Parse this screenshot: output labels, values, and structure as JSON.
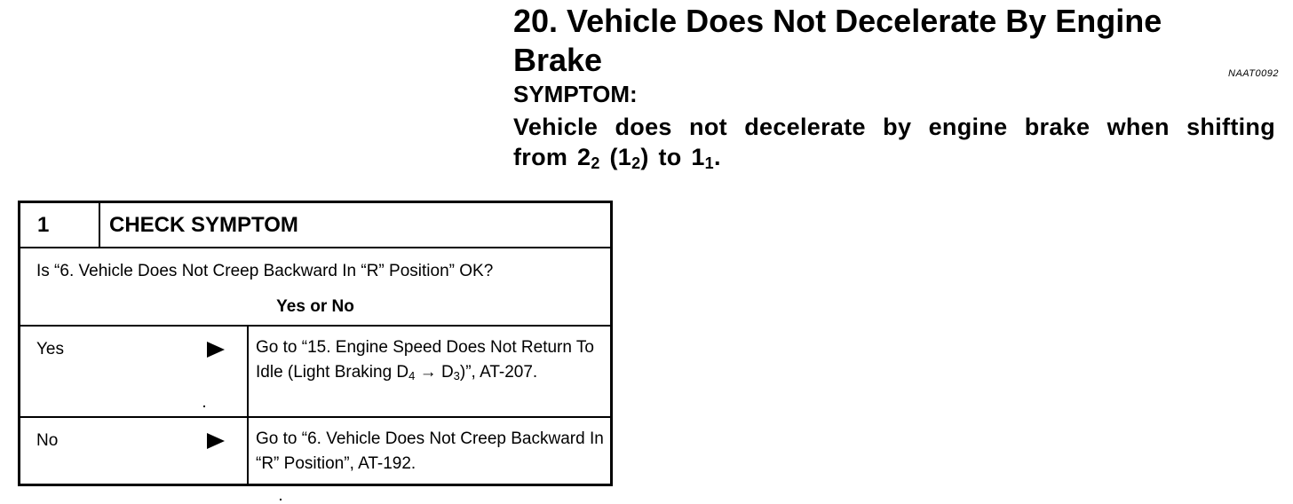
{
  "section": {
    "title": "20. Vehicle Does Not Decelerate By Engine Brake",
    "ref_code": "NAAT0092"
  },
  "symptom": {
    "heading": "SYMPTOM:",
    "text_before": "Vehicle does not decelerate by engine brake when shifting from 2",
    "sub_a": "2",
    "text_mid_a": " (1",
    "sub_b": "2",
    "text_mid_b": ") to 1",
    "sub_c": "1",
    "text_after": "."
  },
  "check": {
    "step_number": "1",
    "step_title": "CHECK SYMPTOM",
    "question": "Is “6. Vehicle Does Not Creep Backward In “R” Position” OK?",
    "answer_prompt": "Yes or No",
    "yes": {
      "label": "Yes",
      "action_before": "Go to “15. Engine Speed Does Not Return To Idle (Light Braking D",
      "sub_a": "4",
      "action_mid": " → D",
      "sub_b": "3",
      "action_after": ")”, AT-207."
    },
    "no": {
      "label": "No",
      "action": "Go to “6. Vehicle Does Not Creep Backward In “R” Position”, AT-192."
    }
  }
}
